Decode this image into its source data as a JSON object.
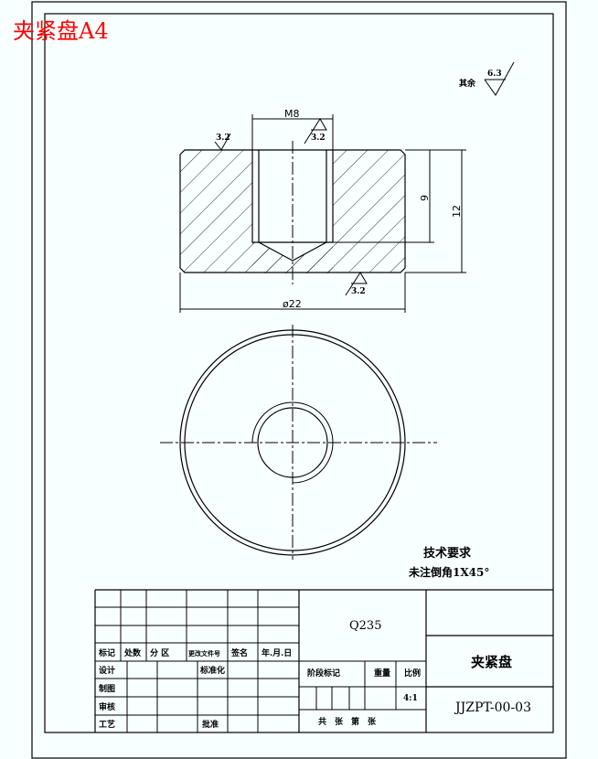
{
  "title": "夹紧盘A4",
  "title_color": "#ff0000",
  "drawing": {
    "roughness_rest_label": "其余",
    "roughness_rest": "6.3",
    "roughness_top": "3.2",
    "roughness_hole": "3.2",
    "roughness_bottom": "3.2",
    "dim_thread": "M8",
    "dim_depth": "9",
    "dim_height": "12",
    "dim_diameter": "ø22"
  },
  "notes": {
    "heading": "技术要求",
    "line1": "未注倒角1X45°"
  },
  "title_block": {
    "headers": [
      "标记",
      "处数",
      "分 区",
      "更改文件号",
      "签名",
      "年.月.日"
    ],
    "rows": [
      "设计",
      "制图",
      "审核",
      "工艺"
    ],
    "standardization": "标准化",
    "approval": "批准",
    "material": "Q235",
    "stage_mark": "阶段标记",
    "weight": "重量",
    "scale_label": "比例",
    "scale": "4:1",
    "sheets": "共　张　第　张",
    "part_name": "夹紧盘",
    "drawing_number": "JJZPT-00-03"
  }
}
